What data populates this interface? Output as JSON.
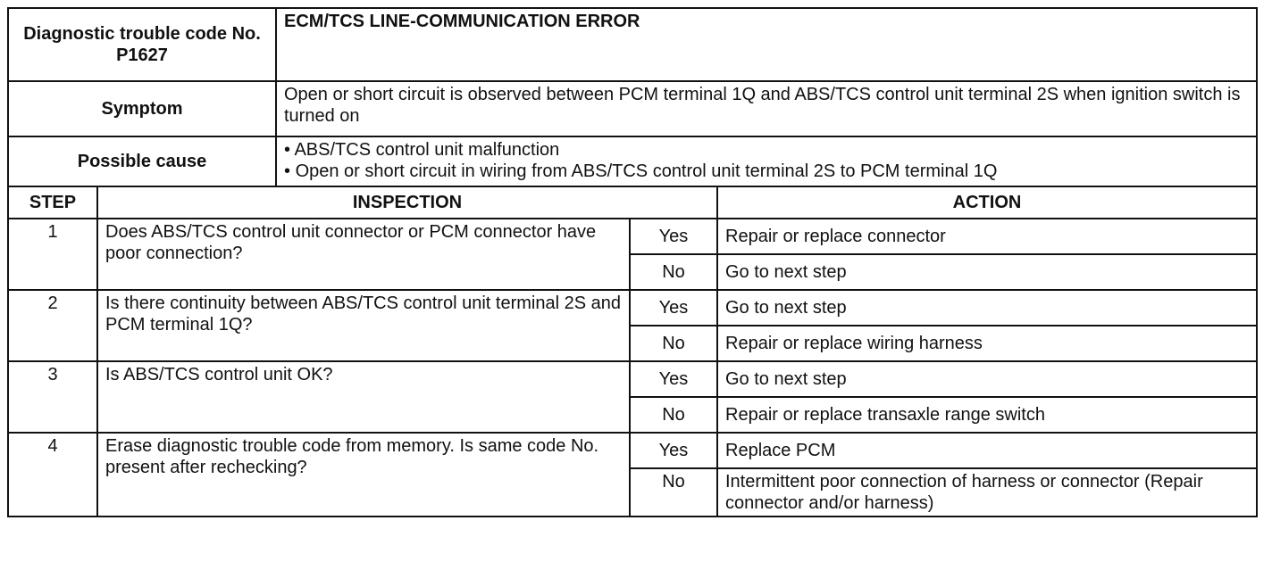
{
  "header": {
    "dtc_label": "Diagnostic trouble code No. P1627",
    "dtc_value": "ECM/TCS LINE-COMMUNICATION ERROR",
    "symptom_label": "Symptom",
    "symptom_value": "Open or short circuit is observed between PCM terminal 1Q and ABS/TCS control unit terminal 2S when ignition switch is turned on",
    "cause_label": "Possible cause",
    "causes": [
      "ABS/TCS control unit malfunction",
      "Open or short circuit in wiring from ABS/TCS control unit terminal 2S to PCM terminal 1Q"
    ]
  },
  "columns": {
    "step": "STEP",
    "inspection": "INSPECTION",
    "action": "ACTION"
  },
  "steps": [
    {
      "num": "1",
      "inspection": "Does ABS/TCS control unit connector or PCM connector have poor connection?",
      "yes_label": "Yes",
      "yes_action": "Repair or replace connector",
      "no_label": "No",
      "no_action": "Go to next step"
    },
    {
      "num": "2",
      "inspection": "Is there continuity between ABS/TCS control unit terminal 2S and PCM terminal 1Q?",
      "yes_label": "Yes",
      "yes_action": "Go to next step",
      "no_label": "No",
      "no_action": "Repair or replace wiring harness"
    },
    {
      "num": "3",
      "inspection": "Is ABS/TCS control unit OK?",
      "yes_label": "Yes",
      "yes_action": "Go to next step",
      "no_label": "No",
      "no_action": "Repair or replace transaxle range switch"
    },
    {
      "num": "4",
      "inspection": "Erase diagnostic trouble code from memory. Is same code No. present after rechecking?",
      "yes_label": "Yes",
      "yes_action": "Replace PCM",
      "no_label": "No",
      "no_action": "Intermittent poor connection of harness or connector (Repair connector and/or harness)"
    }
  ]
}
